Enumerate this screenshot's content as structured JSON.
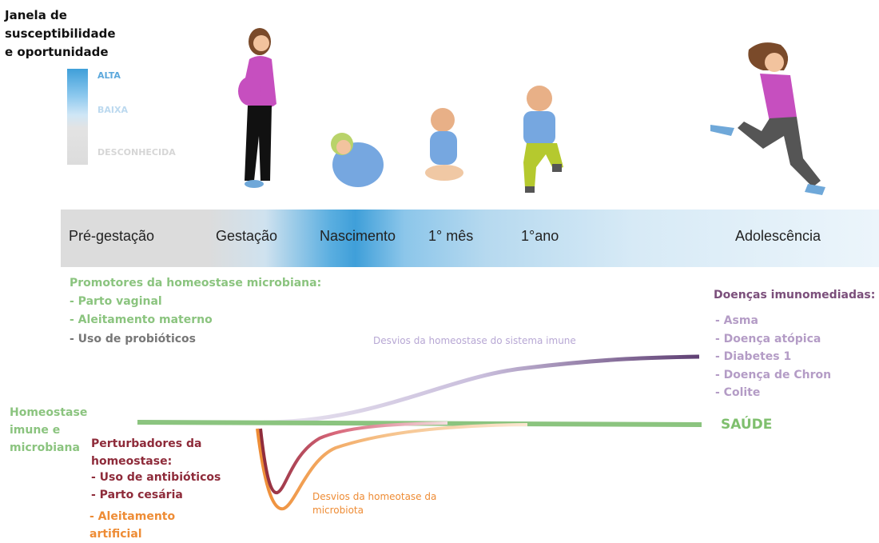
{
  "legend": {
    "title_lines": [
      "Janela de",
      "susceptibilidade",
      "e oportunidade"
    ],
    "levels": {
      "high": "ALTA",
      "low": "BAIXA",
      "unknown": "DESCONHECIDA"
    }
  },
  "timeline": {
    "stages": [
      "Pré-gestação",
      "Gestação",
      "Nascimento",
      "1° mês",
      "1°ano",
      "Adolescência"
    ]
  },
  "promoters": {
    "title": "Promotores da homeostase microbiana:",
    "items": [
      "- Parto vaginal",
      "- Aleitamento materno",
      "- Uso de probióticos"
    ]
  },
  "diseases": {
    "title": "Doenças imunomediadas:",
    "items": [
      "- Asma",
      "- Doença atópica",
      "- Diabetes 1",
      "- Doença de Chron",
      "- Colite"
    ]
  },
  "homeostasis_label_lines": [
    "Homeostase",
    "imune e",
    "microbiana"
  ],
  "health_label": "SAÚDE",
  "immune_deviation_label": "Desvios da homeostase do sistema imune",
  "microbiota_deviation_lines": [
    "Desvios da homeotase da",
    "microbiota"
  ],
  "disruptors": {
    "title_lines": [
      "Perturbadores da",
      "homeostase:"
    ],
    "items": [
      "- Uso de antibióticos",
      "- Parto cesária"
    ],
    "artificial_lines": [
      "- Aleitamento",
      "artificial"
    ]
  },
  "colors": {
    "band_peak": "#3f9fd9",
    "health_line": "#8bc47f",
    "immune_curve": "#6e4f80",
    "disruptor_red": "#8e2b3a",
    "disruptor_orange": "#ee8c35"
  },
  "figures": [
    "pregnant-woman-icon",
    "swaddled-newborn-icon",
    "sitting-baby-icon",
    "toddler-icon",
    "running-teen-icon"
  ]
}
